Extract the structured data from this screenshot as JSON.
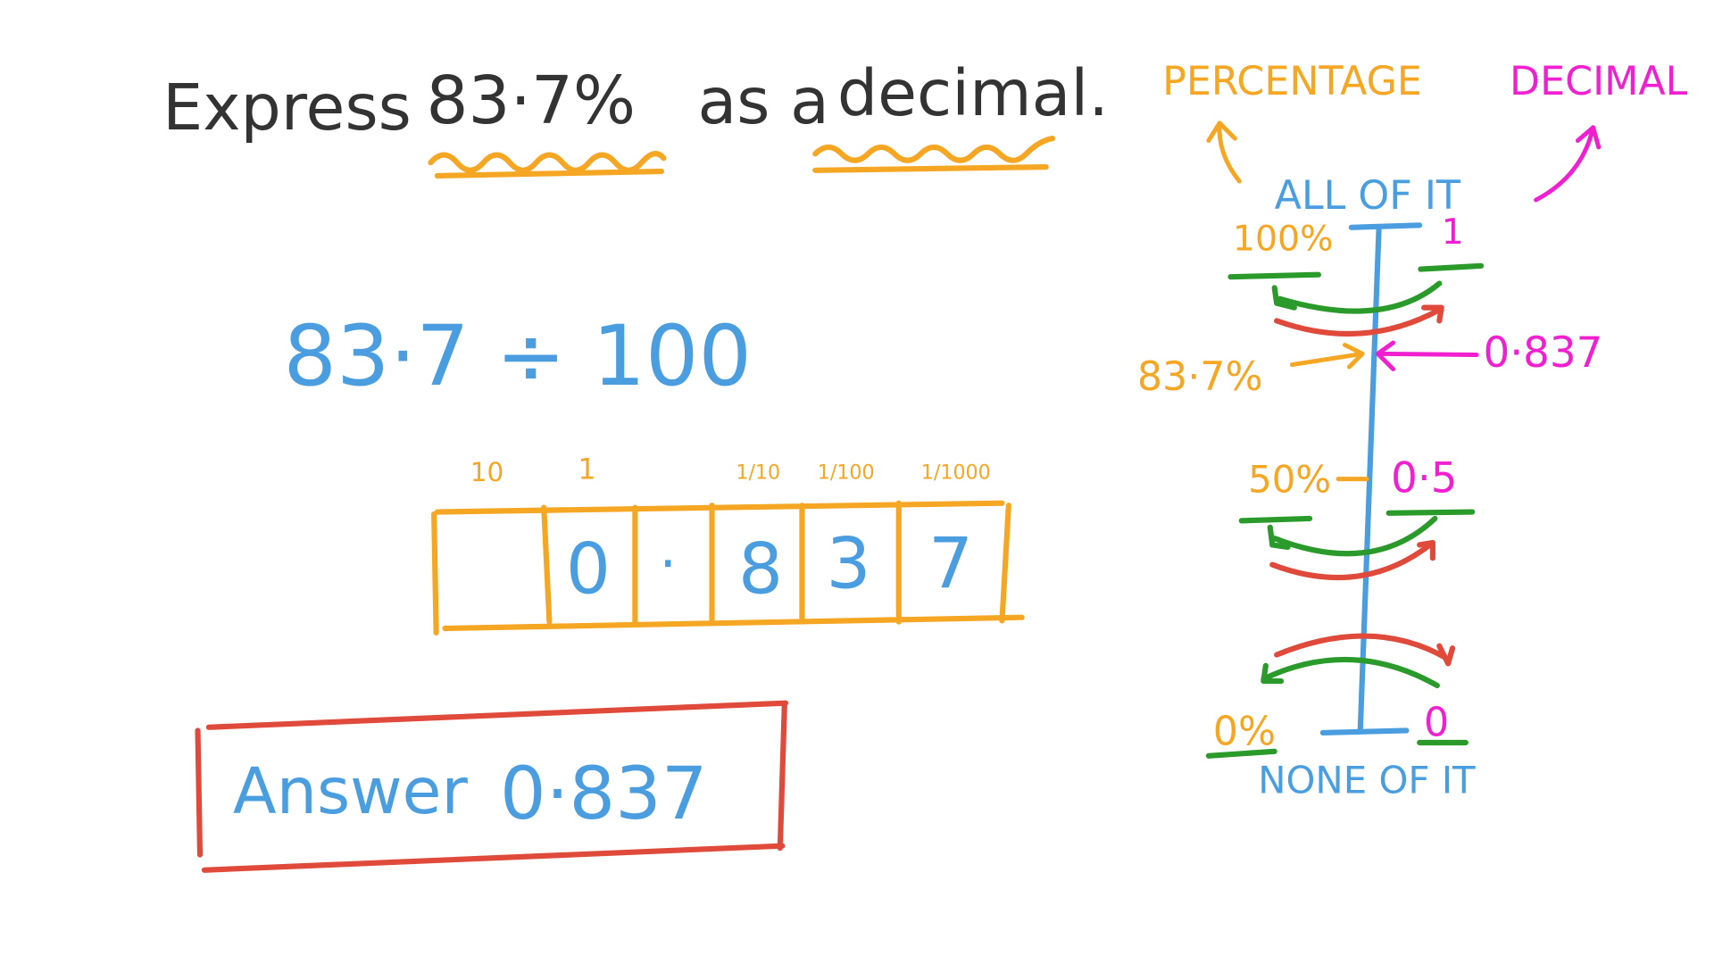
{
  "colors": {
    "black": "#333333",
    "orange": "#f5a623",
    "blue": "#4a9ee0",
    "red": "#e04a3a",
    "green": "#2a9a2a",
    "magenta": "#f020d0"
  },
  "question": {
    "prefix": "Express",
    "value": "83·7%",
    "middle": "as a",
    "target": "decimal."
  },
  "working": {
    "expression": "83·7 ÷ 100"
  },
  "place_value": {
    "headers": [
      "10",
      "1",
      "1/10",
      "1/100",
      "1/1000"
    ],
    "cells": [
      "",
      "0",
      "·",
      "8",
      "3",
      "7"
    ]
  },
  "answer": {
    "label": "Answer",
    "value": "0·837"
  },
  "number_line": {
    "left_title": "PERCENTAGE",
    "right_title": "DECIMAL",
    "top_label": "ALL OF IT",
    "bottom_label": "NONE OF IT",
    "top_percent": "100%",
    "top_decimal": "1",
    "mid_percent": "83·7%",
    "mid_decimal": "0·837",
    "half_percent": "50%",
    "half_decimal": "0·5",
    "zero_percent": "0%",
    "zero_decimal": "0"
  }
}
